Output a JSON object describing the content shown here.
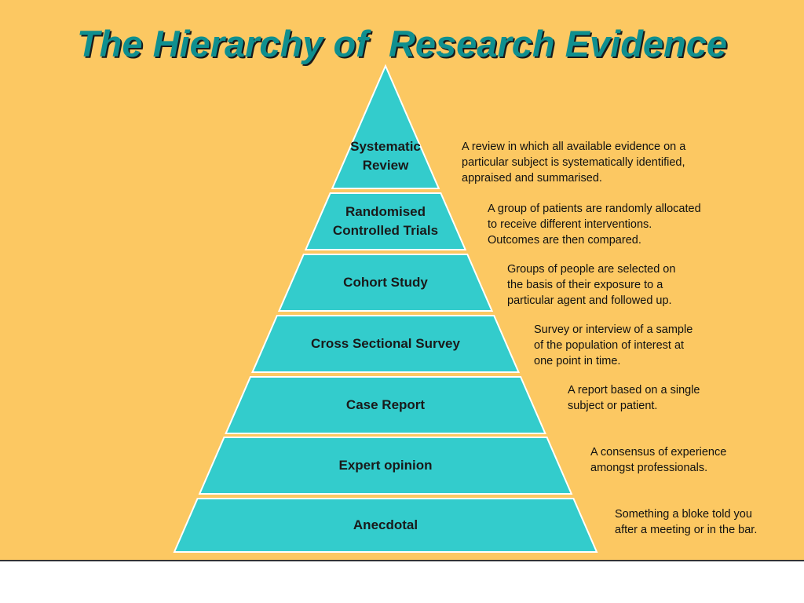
{
  "page": {
    "title": "The Hierarchy of  Research Evidence"
  },
  "colors": {
    "background": "#FCC862",
    "tier_fill": "#33CCCC",
    "tier_border": "#FFFFFF",
    "title": "#0F8F8F",
    "footer": "#FFFFFF"
  },
  "tiers": [
    {
      "label": "Systematic\nReview",
      "description": "A review in which all available evidence on a\nparticular subject is systematically identified,\nappraised and summarised."
    },
    {
      "label": "Randomised\nControlled Trials",
      "description": "A group of patients are randomly allocated\nto receive different interventions.\nOutcomes are then compared."
    },
    {
      "label": "Cohort Study",
      "description": "Groups of people are selected on\nthe basis of their exposure to a\nparticular agent and followed up."
    },
    {
      "label": "Cross Sectional Survey",
      "description": "Survey or interview of a sample\nof the population of interest at\none point in time."
    },
    {
      "label": "Case Report",
      "description": "A report based on a single\nsubject or patient."
    },
    {
      "label": "Expert opinion",
      "description": "A consensus of experience\namongst professionals."
    },
    {
      "label": "Anecdotal",
      "description": "Something a bloke told you\nafter a meeting or in the bar."
    }
  ]
}
